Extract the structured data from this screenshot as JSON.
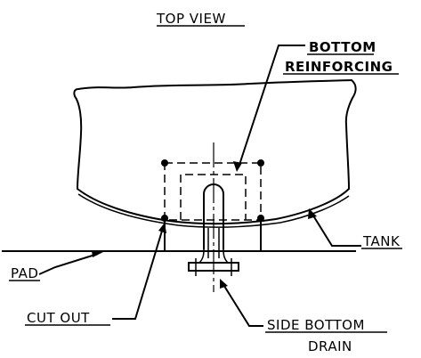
{
  "view_title": "TOP VIEW",
  "labels": {
    "bottom_line1": "BOTTOM",
    "bottom_line2": "REINFORCING",
    "tank": "TANK",
    "pad": "PAD",
    "cut_out": "CUT OUT",
    "drain_line1": "SIDE BOTTOM",
    "drain_line2": "DRAIN"
  },
  "colors": {
    "ink": "#000000",
    "background": "#ffffff"
  }
}
